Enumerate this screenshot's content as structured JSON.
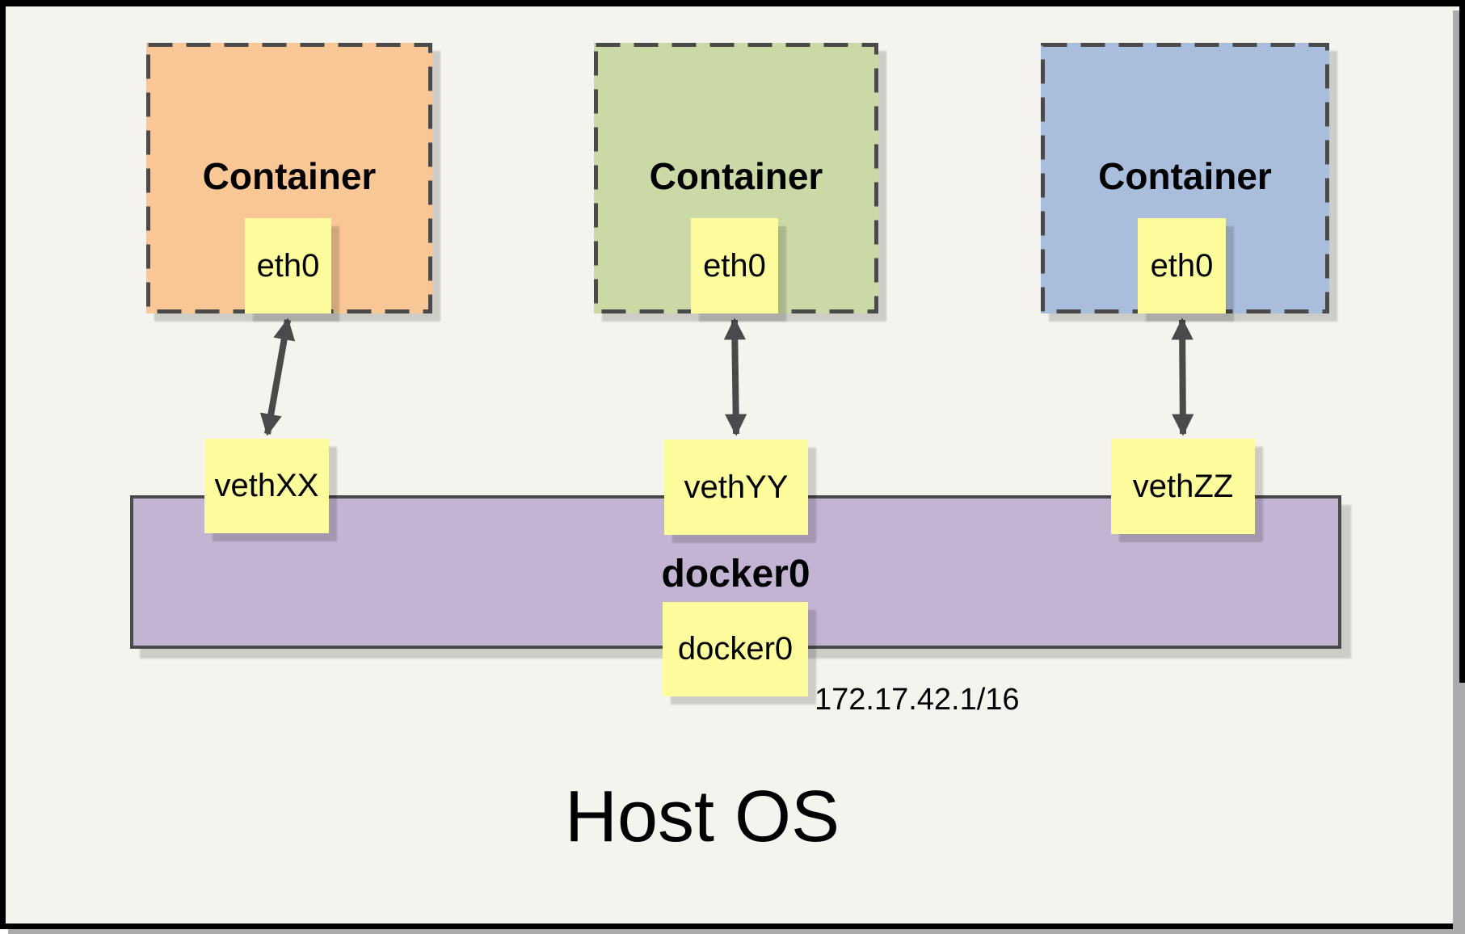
{
  "host": {
    "label": "Host OS"
  },
  "bridge": {
    "name": "docker0",
    "interface_label": "docker0",
    "ip_cidr": "172.17.42.1/16",
    "fill": "#C3B4D4"
  },
  "containers": [
    {
      "label": "Container",
      "interface": "eth0",
      "veth": "vethXX",
      "fill": "#F8C795"
    },
    {
      "label": "Container",
      "interface": "eth0",
      "veth": "vethYY",
      "fill": "#CBD9A6"
    },
    {
      "label": "Container",
      "interface": "eth0",
      "veth": "vethZZ",
      "fill": "#A9BEDD"
    }
  ],
  "colors": {
    "page_background": "#F5F3ED",
    "note_yellow": "#FCFC9D",
    "line_gray": "#4A4A4A",
    "frame_black": "#000000"
  }
}
